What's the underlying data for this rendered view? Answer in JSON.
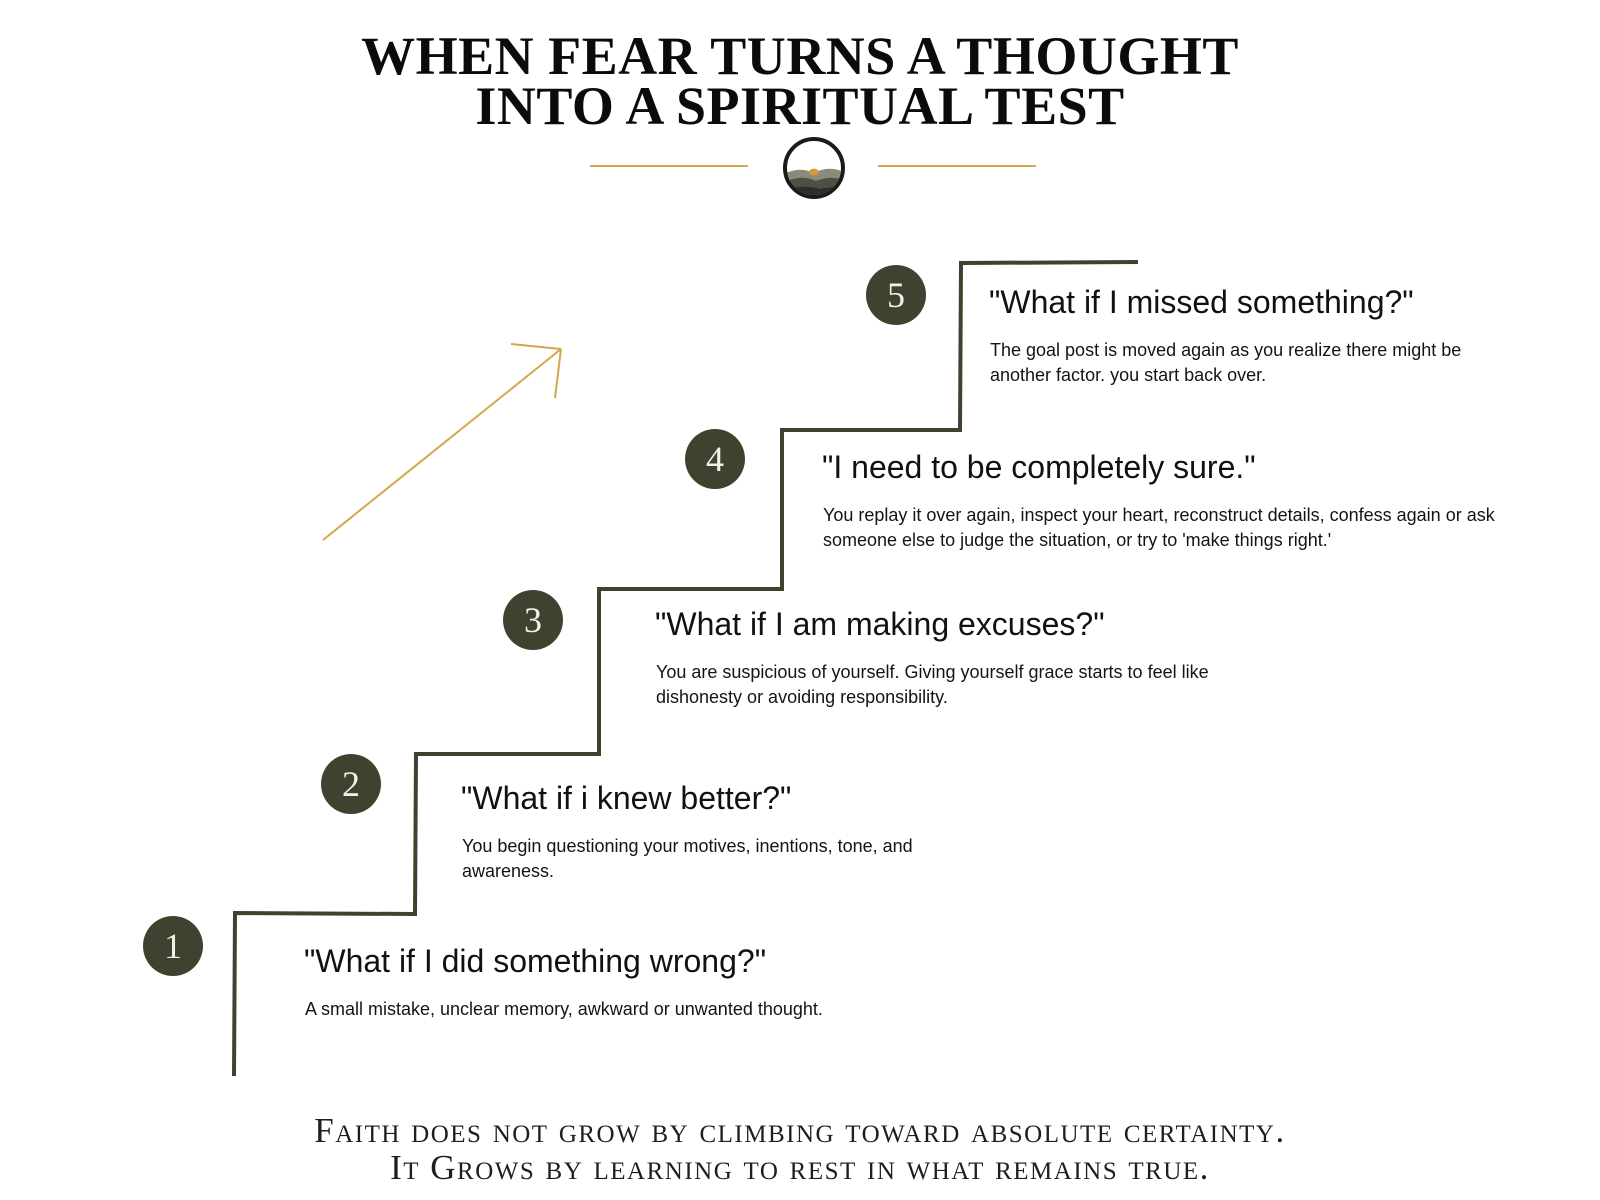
{
  "header": {
    "title_line1": "WHEN FEAR TURNS A THOUGHT",
    "title_line2": "INTO A SPIRITUAL TEST"
  },
  "colors": {
    "accent_gold": "#d6a64a",
    "stair_line": "#3f422e",
    "circle_fill": "#3f422e",
    "circle_text": "#f1f1ea"
  },
  "steps": [
    {
      "number": "1",
      "heading": "\"What if I did something wrong?\"",
      "description": "A small mistake, unclear memory, awkward or unwanted thought."
    },
    {
      "number": "2",
      "heading": "\"What if i knew better?\"",
      "description": "You begin questioning your motives, inentions, tone, and awareness."
    },
    {
      "number": "3",
      "heading": "\"What if I am making excuses?\"",
      "description": "You are suspicious of yourself. Giving yourself grace starts to feel like dishonesty or avoiding responsibility."
    },
    {
      "number": "4",
      "heading": "\"I need to be completely sure.\"",
      "description": "You replay it over again, inspect your heart, reconstruct details, confess again or ask someone else to judge the situation, or try to 'make things right.'"
    },
    {
      "number": "5",
      "heading": "\"What if I missed something?\"",
      "description": "The goal post is moved again as you realize there might be another factor. you start back over."
    }
  ],
  "footer": {
    "line1": "Faith does not grow by climbing toward absolute certainty.",
    "line2": "It Grows by learning to rest in what remains true."
  },
  "icons": {
    "emblem": "sunrise-emblem-icon",
    "arrow": "up-right-arrow-icon"
  }
}
